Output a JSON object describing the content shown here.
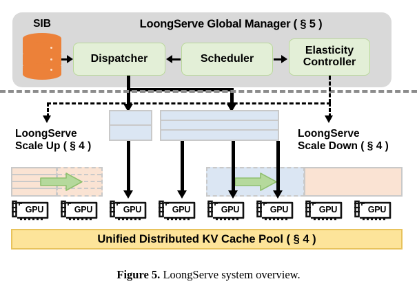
{
  "figure": {
    "caption_label": "Figure 5.",
    "caption_text": " LoongServe system overview."
  },
  "manager": {
    "title": "LoongServe Global Manager ( § 5 )",
    "sib_label": "SIB",
    "sib_icon": "database-cylinder-icon",
    "components": [
      {
        "id": "dispatcher",
        "label": "Dispatcher"
      },
      {
        "id": "scheduler",
        "label": "Scheduler"
      },
      {
        "id": "elasticity_controller",
        "label": "Elasticity\nController"
      }
    ],
    "elasticity_line1": "Elasticity",
    "elasticity_line2": "Controller",
    "arrows": [
      {
        "name": "sib-to-dispatcher",
        "direction": "right"
      },
      {
        "name": "scheduler-to-dispatcher",
        "direction": "left"
      },
      {
        "name": "scheduler-to-elasticity",
        "direction": "right"
      }
    ]
  },
  "scale_up": {
    "line1": "LoongServe",
    "line2": "Scale Up ( § 4 )",
    "migration_arrow": "green-right-arrow-icon",
    "rows": 4
  },
  "scale_down": {
    "line1": "LoongServe",
    "line2": "Scale Down ( § 4 )",
    "migration_arrow": "green-right-arrow-icon"
  },
  "requests": {
    "left_block_rows": 2,
    "right_block_rows": 3
  },
  "gpus": {
    "label": "GPU",
    "count": 8,
    "icon": "gpu-card-icon"
  },
  "kv_pool": {
    "label": "Unified Distributed KV Cache Pool ( § 4 )"
  },
  "colors": {
    "panel_gray": "#d9d9d9",
    "component_green_fill": "#e3efd7",
    "component_green_border": "#b9d89a",
    "sib_orange": "#ec8139",
    "request_blue": "#dbe6f3",
    "block_orange": "#fae3d3",
    "kv_yellow": "#fde49a",
    "kv_yellow_border": "#e8c35c",
    "divider_gray": "#8c8c8c",
    "migration_green": "#b5d99c"
  }
}
